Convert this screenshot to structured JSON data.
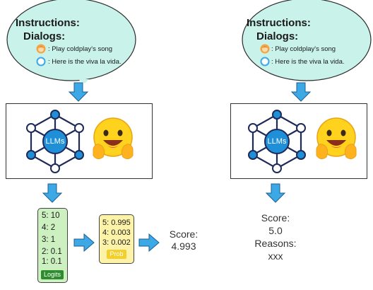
{
  "left": {
    "bubble": {
      "instructions": "Instructions:",
      "dialogs": "Dialogs:",
      "user_line": ": Play coldplay's song",
      "bot_line": ": Here is the viva la vida."
    },
    "llm_label": "LLMs",
    "logits": {
      "values": [
        "5: 10",
        "4: 2",
        "3: 1",
        "2: 0.1",
        "1: 0.1"
      ],
      "label": "Logits"
    },
    "prob": {
      "values": [
        "5: 0.995",
        "4: 0.003",
        "3: 0.002"
      ],
      "label": "Prob"
    },
    "score_label": "Score:",
    "score_value": "4.993"
  },
  "right": {
    "bubble": {
      "instructions": "Instructions:",
      "dialogs": "Dialogs:",
      "user_line": ": Play coldplay's song",
      "bot_line": ": Here is the viva la vida."
    },
    "llm_label": "LLMs",
    "score_label": "Score:",
    "score_value": "5.0",
    "reasons_label": "Reasons:",
    "reasons_value": "xxx"
  },
  "colors": {
    "bubble_fill": "#c8f2ea",
    "arrow_blue": "#3da8e6",
    "llm_blue": "#1f8fd8",
    "logits_fill": "#cdf0c0",
    "logits_tag": "#2e8b2e",
    "prob_fill": "#fdf3a8",
    "prob_tag": "#f2cf2a"
  },
  "icons": [
    "user-avatar-icon",
    "assistant-circle-icon",
    "llm-network-icon",
    "hugging-face-emoji-icon",
    "down-arrow-icon",
    "right-arrow-icon"
  ]
}
